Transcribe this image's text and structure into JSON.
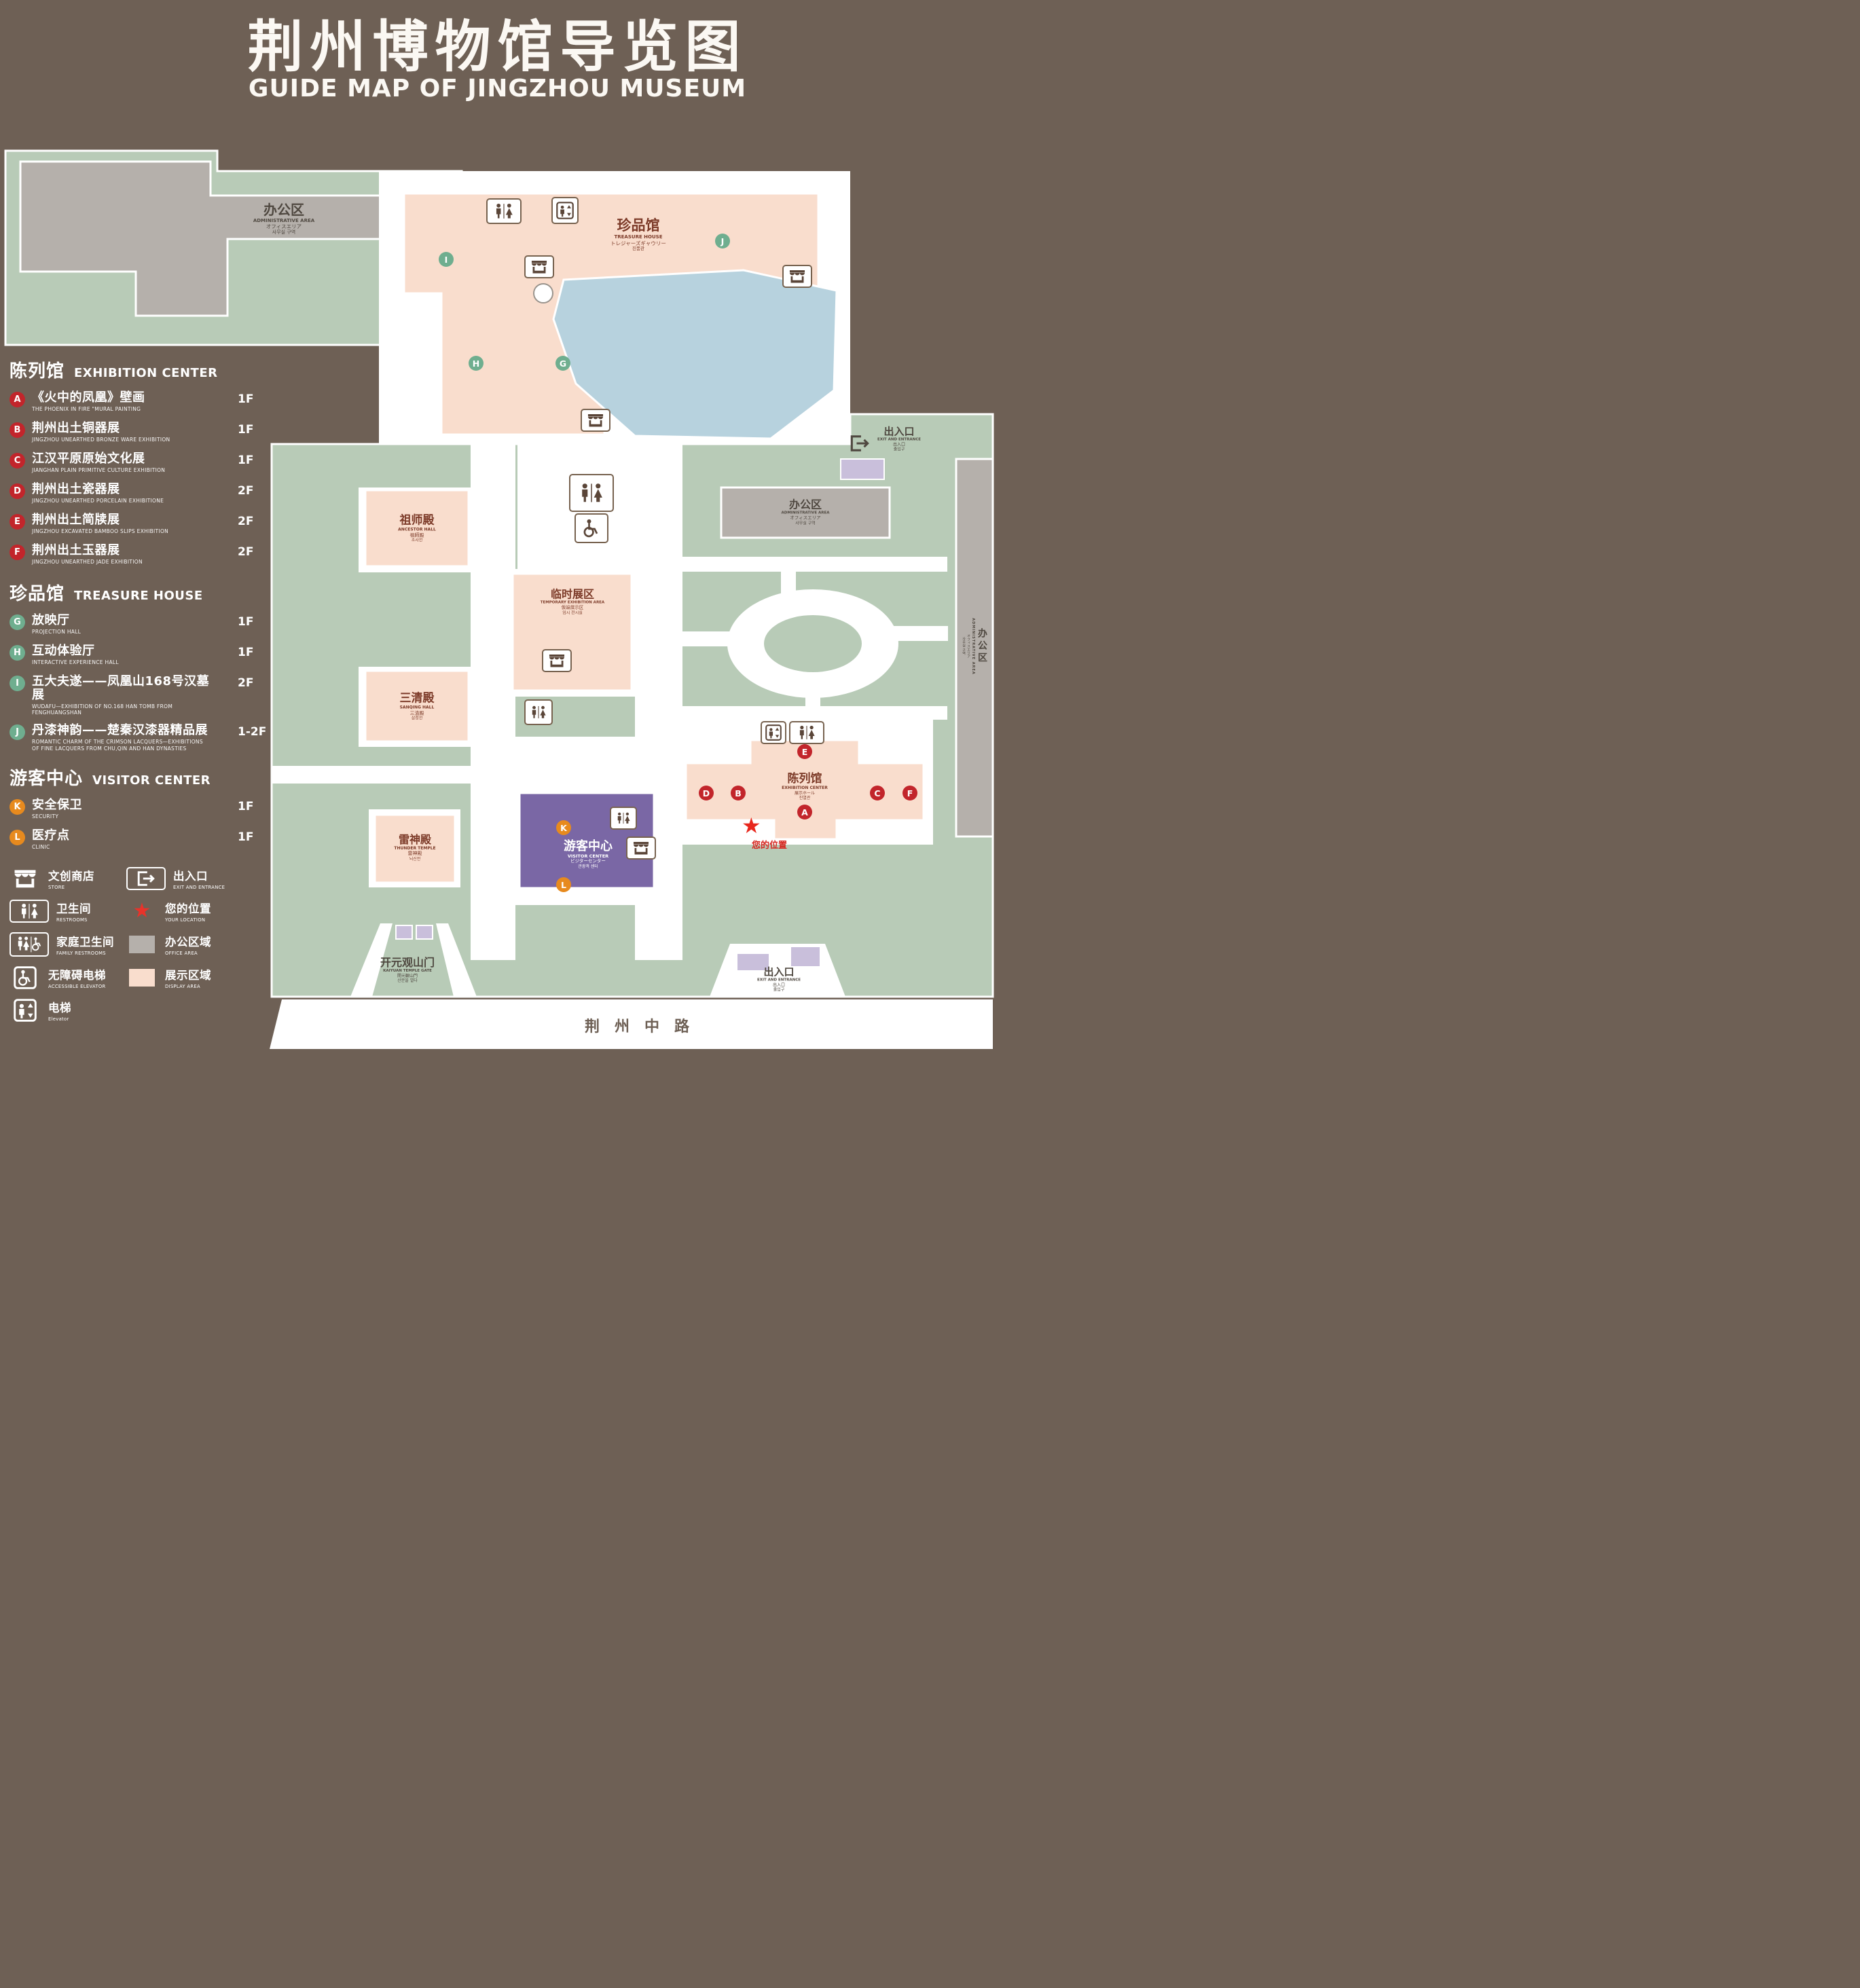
{
  "title": {
    "zh": "荆州博物馆导览图",
    "en": "GUIDE MAP OF JINGZHOU MUSEUM"
  },
  "colors": {
    "background": "#6e6055",
    "map_green": "#b8cbb7",
    "display_area": "#f9ddcd",
    "office_area": "#b5b0ab",
    "lake": "#b7d2de",
    "visitor_center": "#7a67a5",
    "entrance_block": "#c9bfdb",
    "marker_red": "#c2252b",
    "marker_green": "#6fae8f",
    "marker_orange": "#e78a1e",
    "label_maroon": "#7c3a28",
    "your_location_red": "#d6251f"
  },
  "legend": {
    "sections": [
      {
        "zh": "陈列馆",
        "en": "EXHIBITION CENTER",
        "items": [
          {
            "letter": "A",
            "zh": "《火中的凤凰》壁画",
            "en": "THE PHOENIX IN FIRE \"MURAL PAINTING",
            "floor": "1F"
          },
          {
            "letter": "B",
            "zh": "荆州出土铜器展",
            "en": "JINGZHOU UNEARTHED BRONZE WARE EXHIBITION",
            "floor": "1F"
          },
          {
            "letter": "C",
            "zh": "江汉平原原始文化展",
            "en": "JIANGHAN PLAIN PRIMITIVE CULTURE EXHIBITION",
            "floor": "1F"
          },
          {
            "letter": "D",
            "zh": "荆州出土瓷器展",
            "en": "JINGZHOU UNEARTHED PORCELAIN EXHIBITIONE",
            "floor": "2F"
          },
          {
            "letter": "E",
            "zh": "荆州出土简牍展",
            "en": "JINGZHOU EXCAVATED BAMBOO SLIPS EXHIBITION",
            "floor": "2F"
          },
          {
            "letter": "F",
            "zh": "荆州出土玉器展",
            "en": "JINGZHOU UNEARTHED JADE EXHIBITION",
            "floor": "2F"
          }
        ]
      },
      {
        "zh": "珍品馆",
        "en": "TREASURE HOUSE",
        "items": [
          {
            "letter": "G",
            "zh": "放映厅",
            "en": "PROJECTION HALL",
            "floor": "1F"
          },
          {
            "letter": "H",
            "zh": "互动体验厅",
            "en": "INTERACTIVE EXPERIENCE HALL",
            "floor": "1F"
          },
          {
            "letter": "I",
            "zh": "五大夫遂——凤凰山168号汉墓展",
            "en": "WUDAFU—EXHIBITION OF NO.168 HAN TOMB FROM FENGHUANGSHAN",
            "floor": "2F"
          },
          {
            "letter": "J",
            "zh": "丹漆神韵——楚秦汉漆器精品展",
            "en": "ROMANTIC CHARM OF THE CRIMSON LACQUERS—EXHIBITIONS OF FINE LACQUERS FROM CHU,QIN AND HAN DYNASTIES",
            "floor": "1-2F"
          }
        ]
      },
      {
        "zh": "游客中心",
        "en": "VISITOR CENTER",
        "items": [
          {
            "letter": "K",
            "zh": "安全保卫",
            "en": "SECURITY",
            "floor": "1F"
          },
          {
            "letter": "L",
            "zh": "医疗点",
            "en": "CLINIC",
            "floor": "1F"
          }
        ]
      }
    ],
    "symbols": [
      {
        "icon": "store-icon",
        "zh": "文创商店",
        "en": "STORE"
      },
      {
        "icon": "exit-icon",
        "zh": "出入口",
        "en": "EXIT AND ENTRANCE"
      },
      {
        "icon": "restroom-icon",
        "zh": "卫生间",
        "en": "RESTROOMS"
      },
      {
        "icon": "your-location-icon",
        "zh": "您的位置",
        "en": "YOUR LOCATION"
      },
      {
        "icon": "family-restroom-icon",
        "zh": "家庭卫生间",
        "en": "FAMILY RESTROOMS"
      },
      {
        "icon": "office-area-swatch",
        "zh": "办公区域",
        "en": "OFFICE AREA"
      },
      {
        "icon": "accessible-elevator-icon",
        "zh": "无障碍电梯",
        "en": "ACCESSIBLE ELEVATOR"
      },
      {
        "icon": "display-area-swatch",
        "zh": "展示区域",
        "en": "DISPLAY AREA"
      },
      {
        "icon": "elevator-icon",
        "zh": "电梯",
        "en": "Elevator"
      }
    ]
  },
  "map": {
    "admin_area": {
      "zh": "办公区",
      "en": "ADMINISTRATIVE AREA",
      "jp": "オフィスエリア",
      "kr": "사무실 구역"
    },
    "treasure_house": {
      "zh": "珍品馆",
      "en": "TREASURE HOUSE",
      "jp": "トレジャーズギャウリー",
      "kr": "진품관"
    },
    "ancestor_hall": {
      "zh": "祖师殿",
      "en": "ANCESTOR HALL",
      "jp": "祖師殿",
      "kr": "조사전"
    },
    "temporary_exhibition": {
      "zh": "临时展区",
      "en": "TEMPORARY EXHIBITION AREA",
      "jp": "仮設展示区",
      "kr": "임시 전시실"
    },
    "sanqing_hall": {
      "zh": "三清殿",
      "en": "SANQING HALL",
      "jp": "三清殿",
      "kr": "삼청전"
    },
    "thunder_temple": {
      "zh": "雷神殿",
      "en": "THUNDER TEMPLE",
      "jp": "雷神殿",
      "kr": "뇌신전"
    },
    "visitor_center": {
      "zh": "游客中心",
      "en": "VISITOR CENTER",
      "jp": "ビジターセンター",
      "kr": "관광객 센터"
    },
    "exhibition_center": {
      "zh": "陈列馆",
      "en": "EXHIBITION CENTER",
      "jp": "展示ホール",
      "kr": "진열관"
    },
    "exit": {
      "zh": "出入口",
      "en": "EXIT AND ENTRANCE",
      "jp": "出入口",
      "kr": "출입구"
    },
    "gate": {
      "zh": "开元观山门",
      "en": "KAIYUAN TEMPLE GATE",
      "jp": "開元観山門",
      "kr": "산문을 열다"
    },
    "your_location": "您的位置",
    "road": "荆州中路",
    "markers": {
      "a": "A",
      "b": "B",
      "c": "C",
      "d": "D",
      "e": "E",
      "f": "F",
      "g": "G",
      "h": "H",
      "i": "I",
      "j": "J",
      "k": "K",
      "l": "L"
    }
  }
}
